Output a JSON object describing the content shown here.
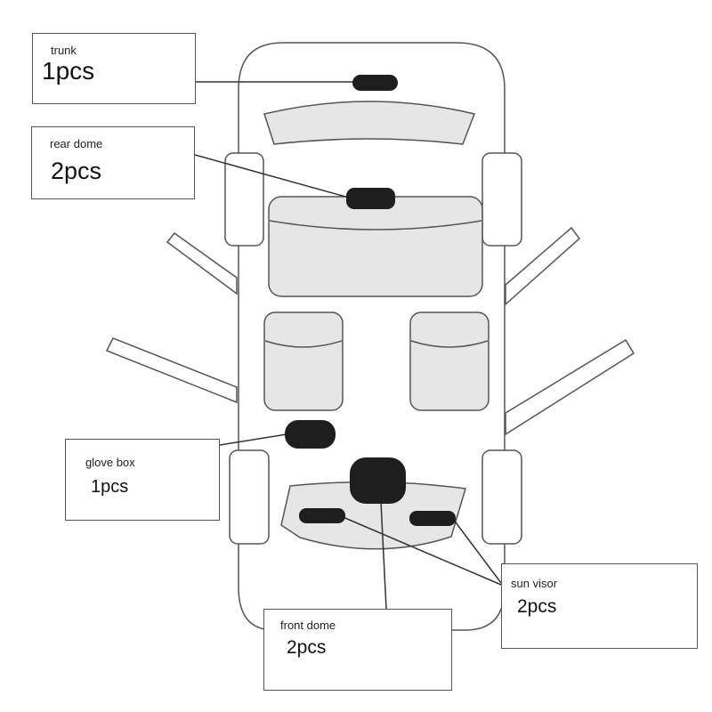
{
  "labels": {
    "trunk": {
      "name": "trunk",
      "qty": "1pcs"
    },
    "rear_dome": {
      "name": "rear dome",
      "qty": "2pcs"
    },
    "glove_box": {
      "name": "glove box",
      "qty": "1pcs"
    },
    "front_dome": {
      "name": "front dome",
      "qty": "2pcs"
    },
    "sun_visor": {
      "name": "sun visor",
      "qty": "2pcs"
    }
  },
  "colors": {
    "outline": "#555555",
    "seat_fill": "#e6e6e6",
    "light_fill": "#1e1e1e",
    "background": "#ffffff"
  }
}
